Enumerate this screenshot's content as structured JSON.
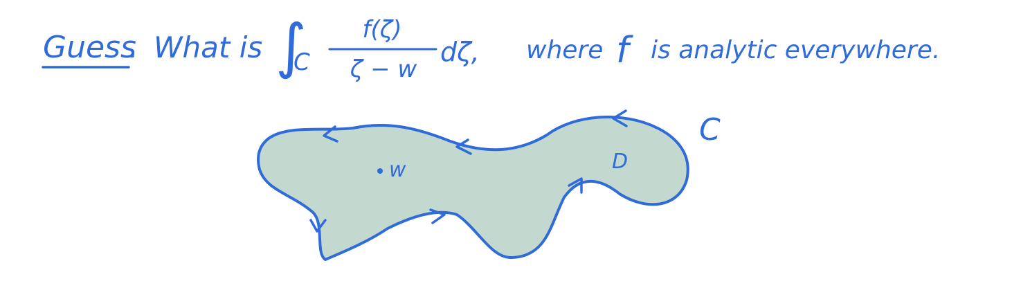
{
  "colors": {
    "ink": "#2f6bd9",
    "region_fill": "#c3d8cf",
    "background": "#ffffff"
  },
  "note": {
    "heading": "Guess",
    "heading_punct": ".",
    "question": "What is",
    "integral_sign": "∫",
    "integral_subscript": "C",
    "numerator": "f(ζ)",
    "denominator": "ζ − w",
    "differential": "dζ,",
    "condition_where": "where",
    "condition_f": "f",
    "condition_rest": "is analytic everywhere."
  },
  "diagram": {
    "contour_label": "C",
    "region_label": "D",
    "point_label": "w",
    "arrow_count": 6
  }
}
